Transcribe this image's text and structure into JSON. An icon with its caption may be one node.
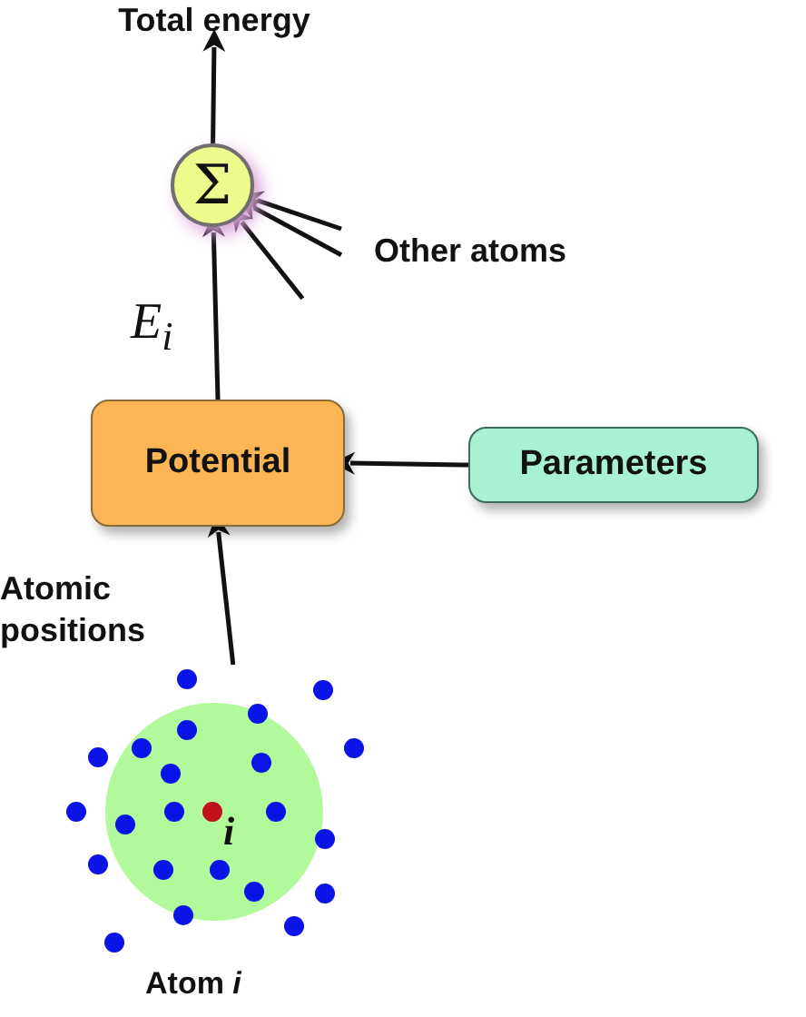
{
  "diagram": {
    "nodes": [
      {
        "text": [
          "Total energy"
        ]
      },
      {
        "text": [
          "Σ"
        ]
      },
      {
        "text": [
          "Other atoms"
        ]
      },
      {
        "text": [
          "Potential"
        ]
      },
      {
        "text": [
          "Parameters"
        ]
      },
      {
        "text": [
          "i"
        ],
        "beside": [
          "Atom *i*"
        ]
      }
    ],
    "edges": [
      {
        "from": 1,
        "to": 0,
        "arrow": "to"
      },
      {
        "from": 2,
        "to": 1,
        "arrow": "to"
      },
      {
        "from": 2,
        "to": 1,
        "arrow": "to"
      },
      {
        "from": 2,
        "to": 1,
        "arrow": "to"
      },
      {
        "from": 3,
        "to": 1,
        "arrow": "to",
        "label": "E$_{i}$"
      },
      {
        "from": 4,
        "to": 3,
        "arrow": "to"
      },
      {
        "from": 5,
        "to": 3,
        "arrow": "to",
        "label": "Atomic positions"
      }
    ]
  }
}
